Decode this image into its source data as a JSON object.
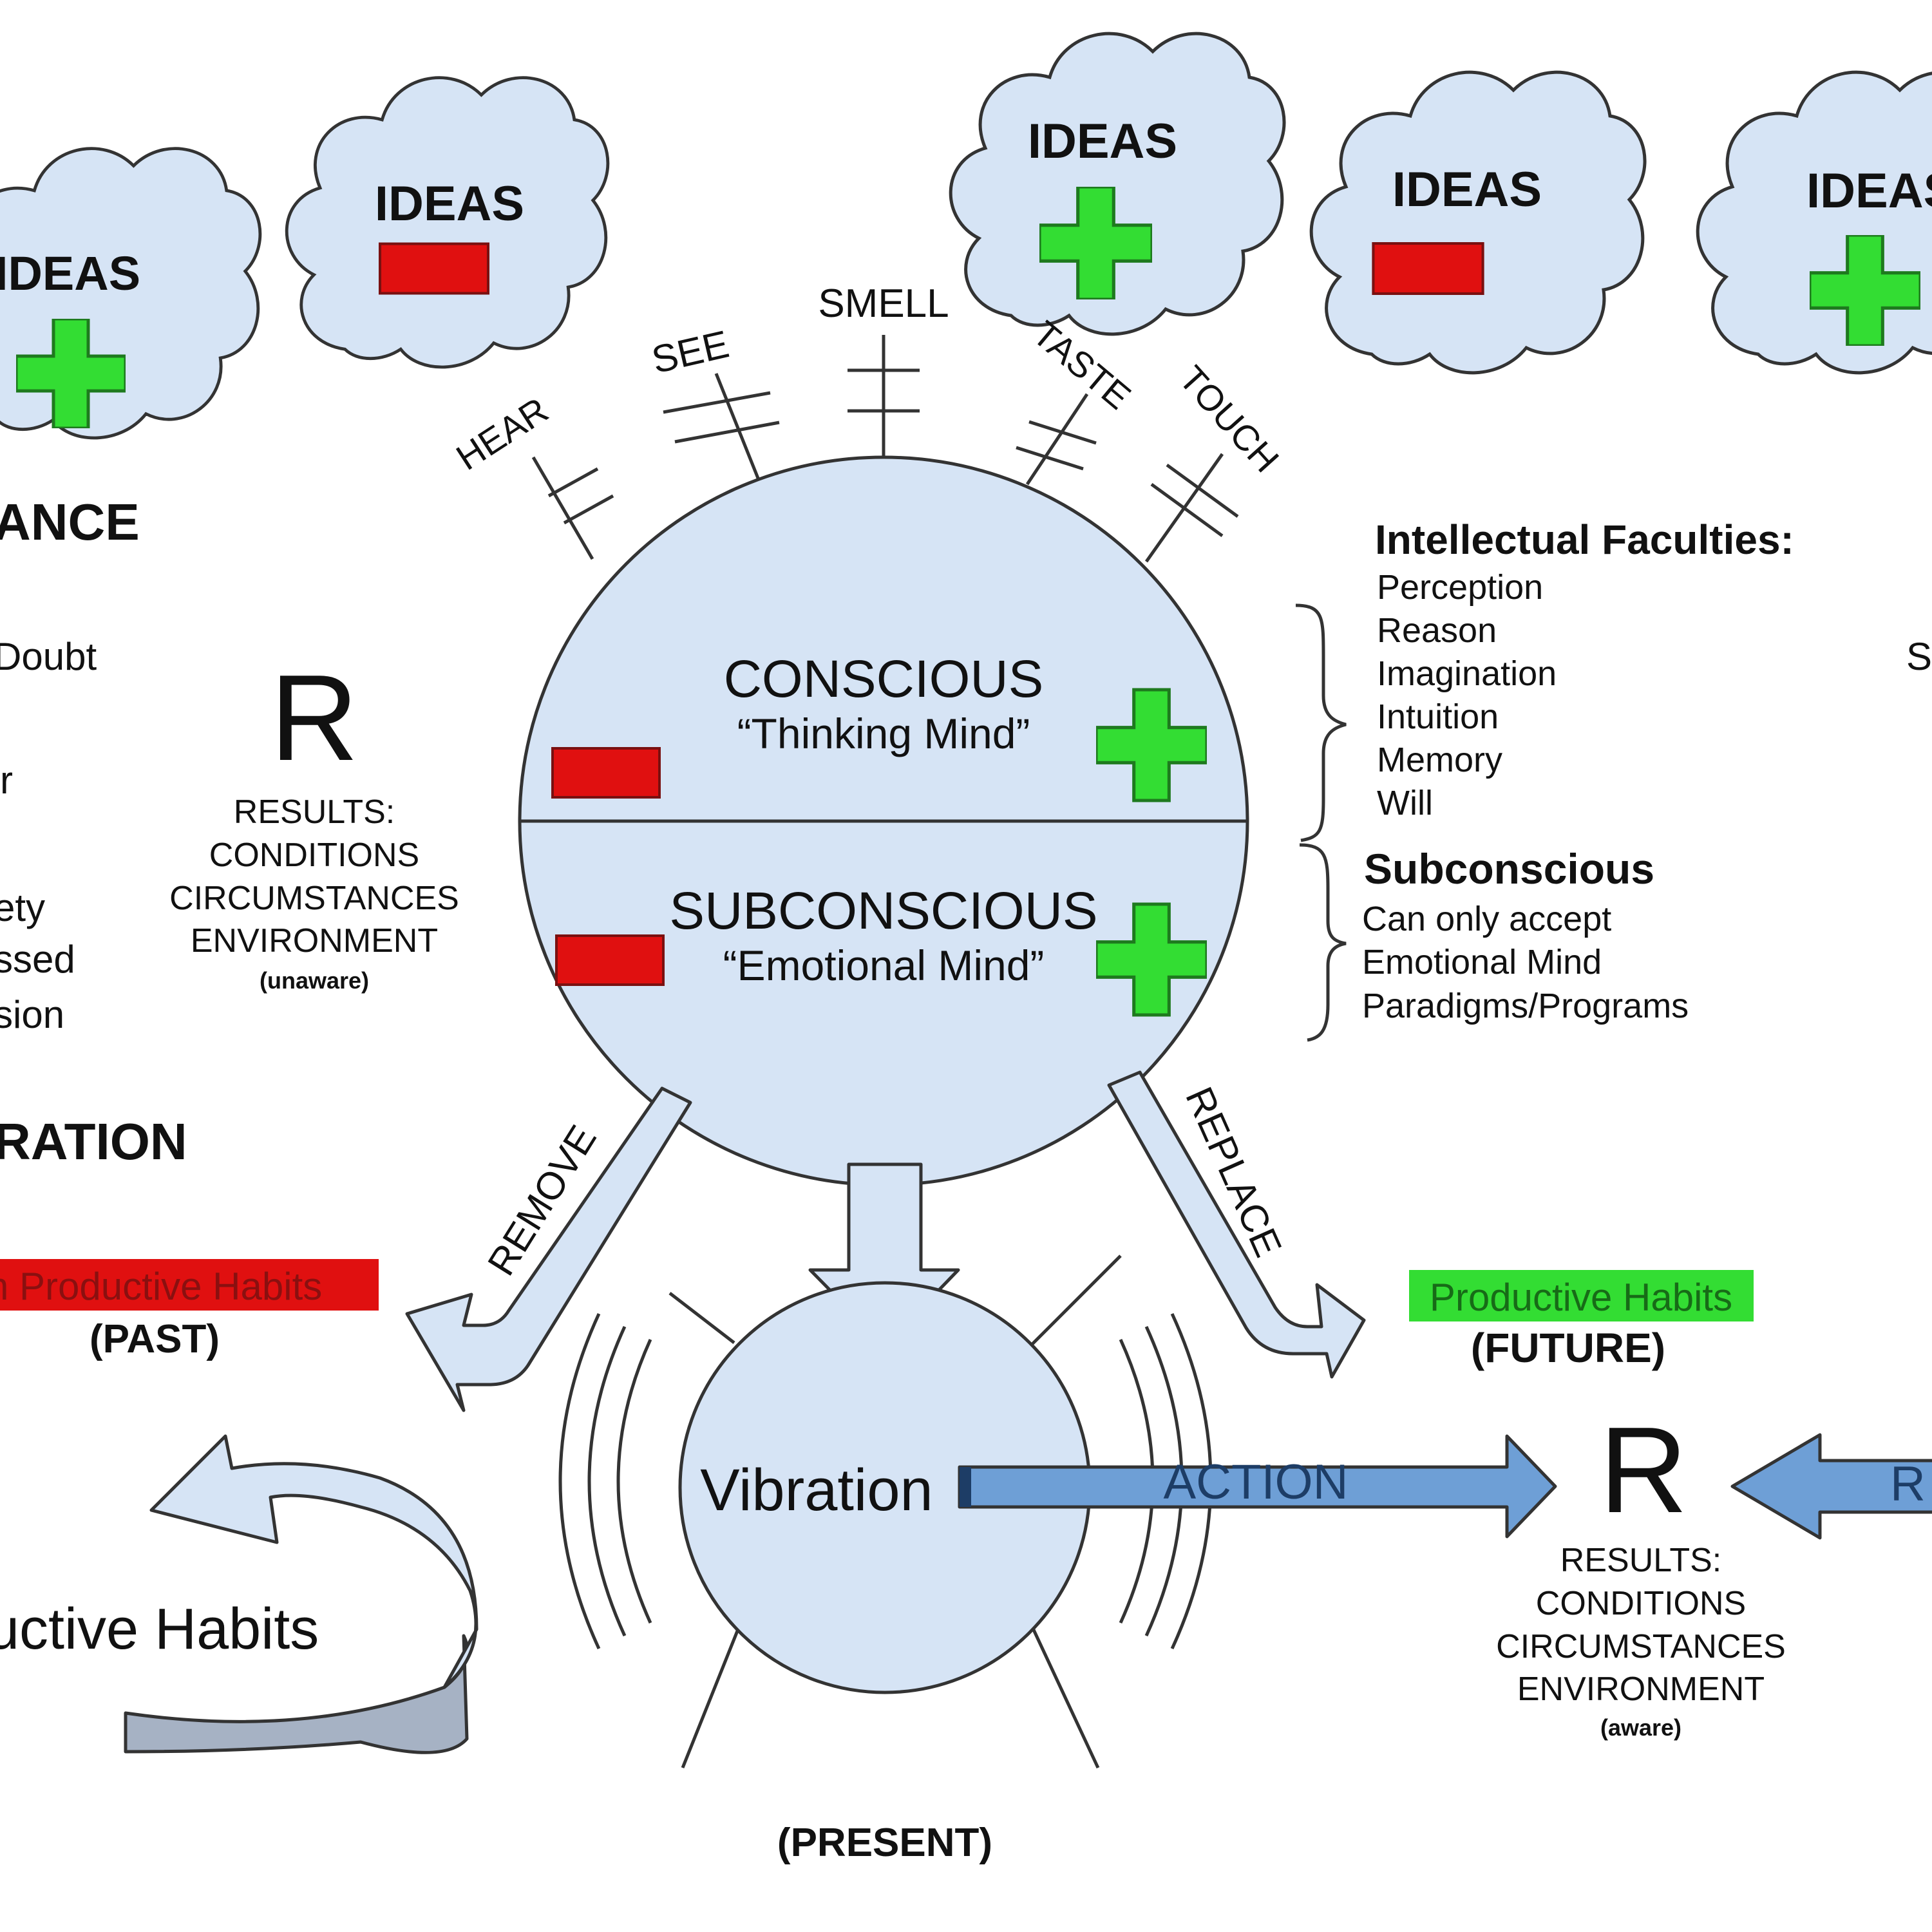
{
  "colors": {
    "fill": "#d6e4f5",
    "stroke": "#333333",
    "minus": "#e01010",
    "plus": "#33dd33",
    "action_arrow": "#6e9fd6",
    "past_highlight": "#e01010",
    "future_highlight": "#33dd33"
  },
  "clouds": [
    {
      "label": "IDEAS",
      "sign": "plus"
    },
    {
      "label": "IDEAS",
      "sign": "minus"
    },
    {
      "label": "IDEAS",
      "sign": "plus"
    },
    {
      "label": "IDEAS",
      "sign": "minus"
    },
    {
      "label": "IDEAS",
      "sign": "plus"
    }
  ],
  "senses": [
    "HEAR",
    "SEE",
    "SMELL",
    "TASTE",
    "TOUCH"
  ],
  "mind": {
    "conscious_title": "CONSCIOUS",
    "conscious_subtitle": "“Thinking Mind”",
    "subconscious_title": "SUBCONSCIOUS",
    "subconscious_subtitle": "“Emotional Mind”"
  },
  "faculties": {
    "heading": "Intellectual Faculties:",
    "items": [
      "Perception",
      "Reason",
      "Imagination",
      "Intuition",
      "Memory",
      "Will"
    ]
  },
  "subconscious_info": {
    "heading": "Subconscious",
    "items": [
      "Can only accept",
      "Emotional Mind",
      "Paradigms/Programs"
    ]
  },
  "left_fragments": {
    "ance": "ANCE",
    "doubt": "Doubt",
    "r": "r",
    "ety": "ety",
    "ssed": "ssed",
    "sion": "sion",
    "ration": "RATION"
  },
  "right_fragment": "S",
  "left_result": {
    "letter": "R",
    "lines": [
      "RESULTS:",
      "CONDITIONS",
      "CIRCUMSTANCES",
      "ENVIRONMENT"
    ],
    "note": "(unaware)"
  },
  "right_result": {
    "letter": "R",
    "lines": [
      "RESULTS:",
      "CONDITIONS",
      "CIRCUMSTANCES",
      "ENVIRONMENT"
    ],
    "note": "(aware)"
  },
  "flows": {
    "remove": "REMOVE",
    "replace": "REPLACE",
    "action": "ACTION",
    "right_arrow_fragment": "R"
  },
  "habits": {
    "past_label": "n Productive Habits",
    "past_time": "(PAST)",
    "future_label": "Productive Habits",
    "future_time": "(FUTURE)",
    "cycle_label": "uctive Habits"
  },
  "vibration": {
    "label": "Vibration",
    "time": "(PRESENT)"
  }
}
